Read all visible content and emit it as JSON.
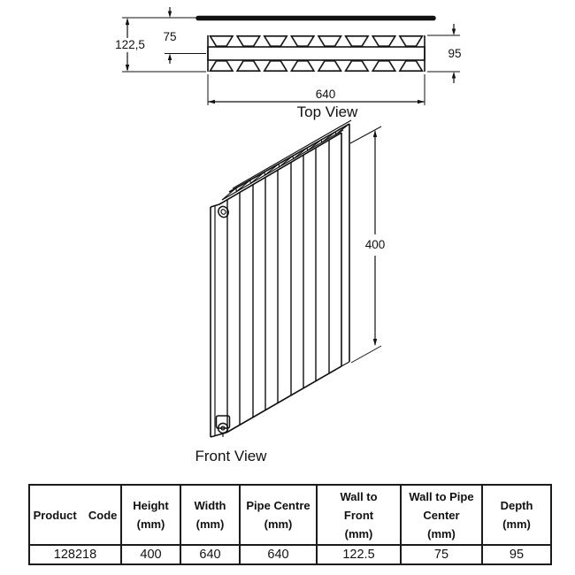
{
  "colors": {
    "line": "#111111",
    "background": "#ffffff"
  },
  "top_view": {
    "title": "Top View",
    "dim_wall_to_front": "122,5",
    "dim_wall_to_pipe_center": "75",
    "dim_depth": "95",
    "dim_width": "640"
  },
  "front_view": {
    "title": "Front View",
    "dim_height": "400"
  },
  "spec_table": {
    "headers": {
      "product_code": {
        "l1": "Product  Code"
      },
      "height": {
        "l1": "Height",
        "l2": "(mm)"
      },
      "width": {
        "l1": "Width",
        "l2": "(mm)"
      },
      "pipe_centre": {
        "l1": "Pipe Centre",
        "l2": "(mm)"
      },
      "wall_to_front": {
        "l1": "Wall to",
        "l2": "Front",
        "l3": "(mm)"
      },
      "wall_to_pipe_center": {
        "l1": "Wall to Pipe",
        "l2": "Center",
        "l3": "(mm)"
      },
      "depth": {
        "l1": "Depth",
        "l2": "(mm)"
      }
    },
    "row": {
      "product_code": "128218",
      "height": "400",
      "width": "640",
      "pipe_centre": "640",
      "wall_to_front": "122.5",
      "wall_to_pipe_center": "75",
      "depth": "95"
    }
  }
}
